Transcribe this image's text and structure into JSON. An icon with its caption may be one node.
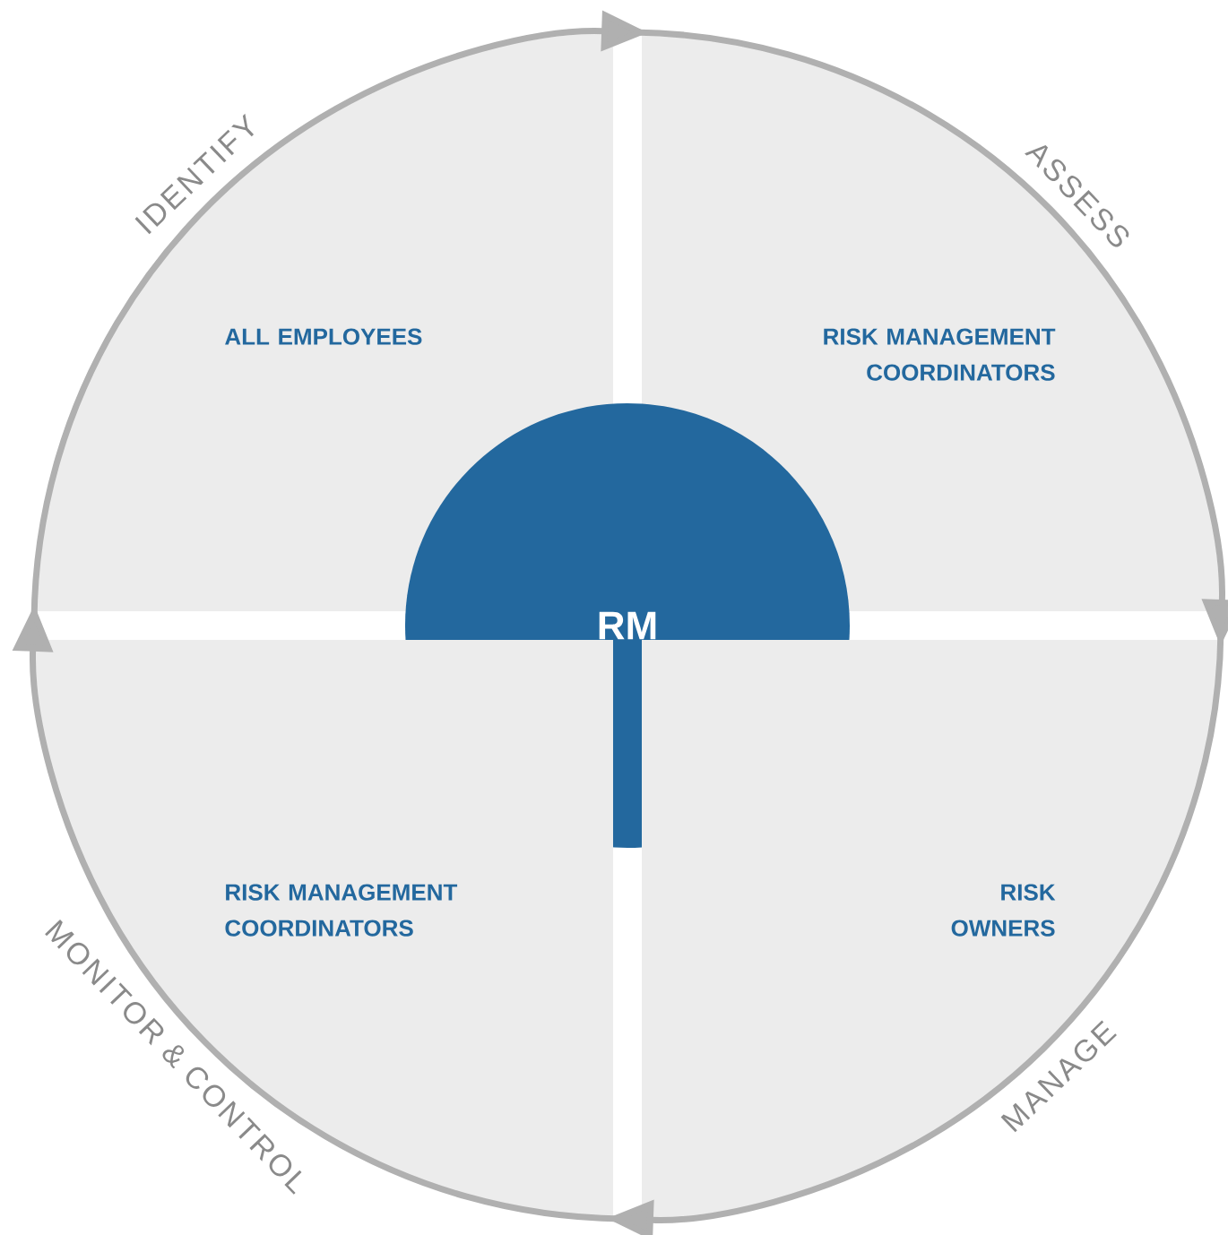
{
  "diagram": {
    "nodes": [
      {
        "text": [
          "ALL EMPLOYEES"
        ]
      },
      {
        "text": [
          "RISK MANAGEMENT COORDINATORS"
        ]
      },
      {
        "text": [
          "RM"
        ]
      },
      {
        "text": [
          "RISK MANAGEMENT COORDINATORS"
        ]
      },
      {
        "text": [
          "RISK OWNERS"
        ]
      }
    ],
    "edges": [
      {
        "from": 0,
        "to": 1,
        "arrow": "to",
        "label": "IDENTIFY"
      },
      {
        "from": 1,
        "to": 4,
        "arrow": "to",
        "label": "ASSESS"
      },
      {
        "from": 4,
        "to": 3,
        "arrow": "to",
        "label": "MANAGE"
      },
      {
        "from": 3,
        "to": 0,
        "arrow": "to",
        "label": "MONITOR & CONTROL"
      }
    ]
  }
}
